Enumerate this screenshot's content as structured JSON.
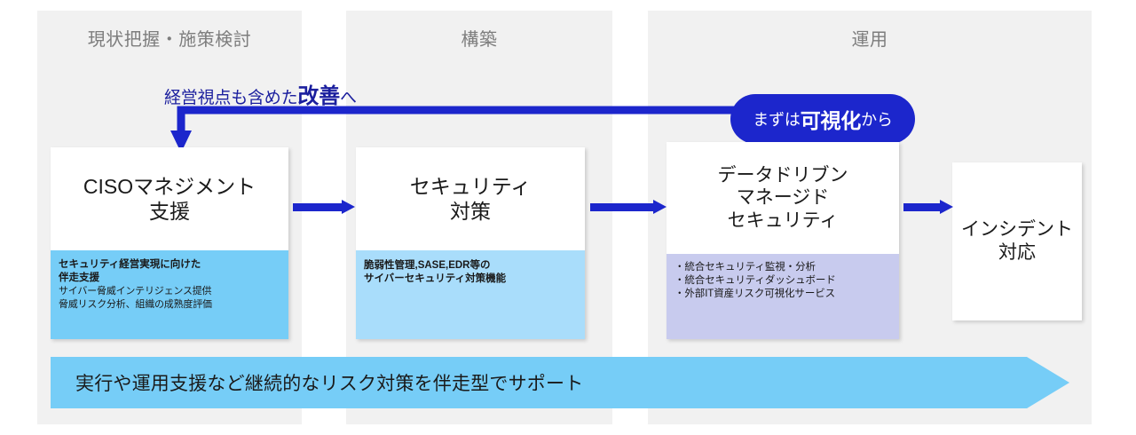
{
  "colors": {
    "band_bg": "#f1f1f1",
    "accent_blue": "#1c26cc",
    "caption_navy": "#1b1f9e",
    "cyan_body": "#76cdf7",
    "light_cyan_body": "#a9ddfb",
    "lavender_body": "#c8cbee",
    "banner": "#76cdf7",
    "card_bg": "#ffffff",
    "band_title_gray": "#7d7d7d"
  },
  "phases": [
    {
      "title": "現状把握・施策検討"
    },
    {
      "title": "構築"
    },
    {
      "title": "運用"
    }
  ],
  "cards": [
    {
      "title": "CISOマネジメント\n支援",
      "body_strong": "セキュリティ経営実現に向けた\n伴走支援",
      "body_plain": "サイバー脅威インテリジェンス提供\n脅威リスク分析、組織の成熟度評価"
    },
    {
      "title": "セキュリティ\n対策",
      "body_strong": "脆弱性管理,SASE,EDR等の\nサイバーセキュリティ対策機能",
      "body_plain": ""
    },
    {
      "title": "データドリブン\nマネージド\nセキュリティ",
      "body_list": "・統合セキュリティ監視・分析\n・統合セキュリティダッシュボード\n・外部IT資産リスク可視化サービス"
    },
    {
      "title": "インシデント\n対応"
    }
  ],
  "callouts": {
    "improve": {
      "lead": "経営視点も含めた",
      "emphasis": "改善",
      "tail": "へ"
    },
    "pill": {
      "lead": "まずは",
      "emphasis": "可視化",
      "tail": "から"
    }
  },
  "banner": {
    "text": "実行や運用支援など継続的なリスク対策を伴走型でサポート"
  },
  "icons": {
    "flow_arrow": "right-arrow-icon",
    "feedback_arrow": "feedback-loop-arrow-icon",
    "banner_arrow": "banner-chevron-icon"
  }
}
